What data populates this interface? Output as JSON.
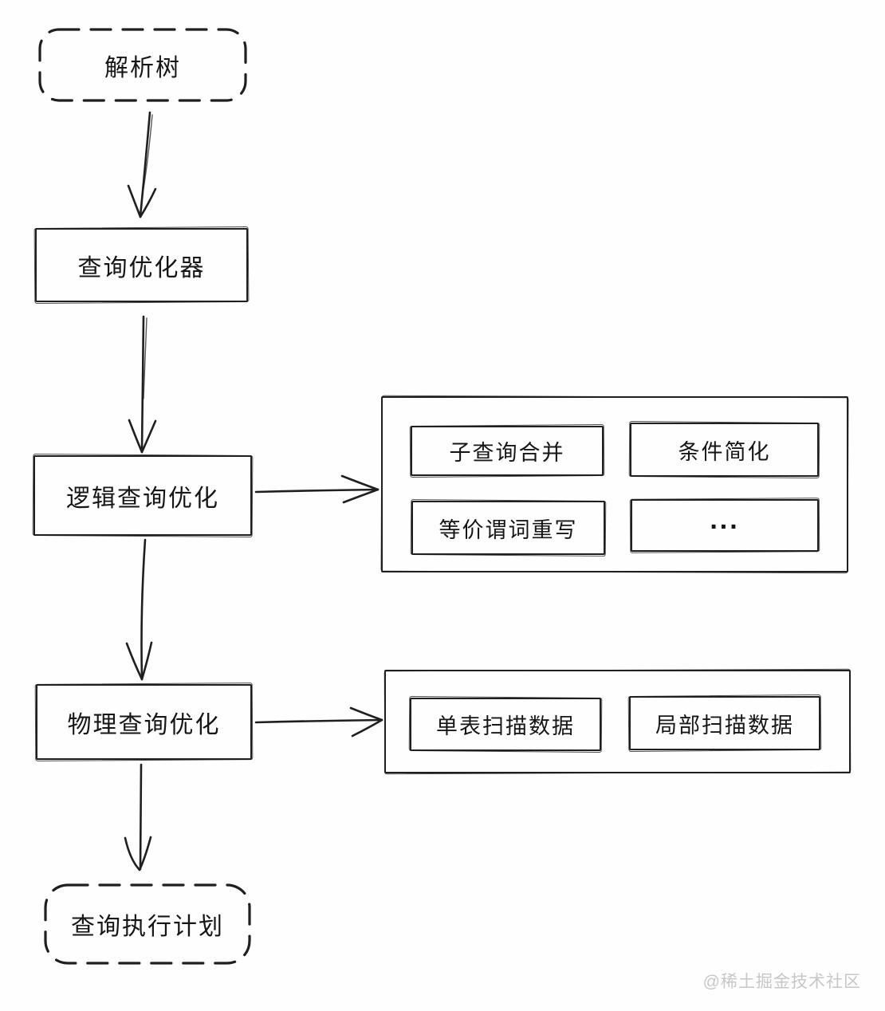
{
  "diagram": {
    "title_context": "query-optimization-flowchart",
    "nodes": {
      "parse_tree": {
        "label": "解析树",
        "style": "dashed-rounded"
      },
      "query_optimizer": {
        "label": "查询优化器",
        "style": "solid"
      },
      "logical_opt": {
        "label": "逻辑查询优化",
        "style": "solid"
      },
      "physical_opt": {
        "label": "物理查询优化",
        "style": "solid"
      },
      "exec_plan": {
        "label": "查询执行计划",
        "style": "dashed-rounded"
      }
    },
    "logical_panel": {
      "items": [
        "子查询合并",
        "条件简化",
        "等价谓词重写",
        "..."
      ]
    },
    "physical_panel": {
      "items": [
        "单表扫描数据",
        "局部扫描数据"
      ]
    },
    "watermark": "@稀土掘金技术社区"
  },
  "colors": {
    "ink": "#1f1f1f",
    "watermark_color": "#c7c7c7",
    "background": "#fefefe"
  }
}
